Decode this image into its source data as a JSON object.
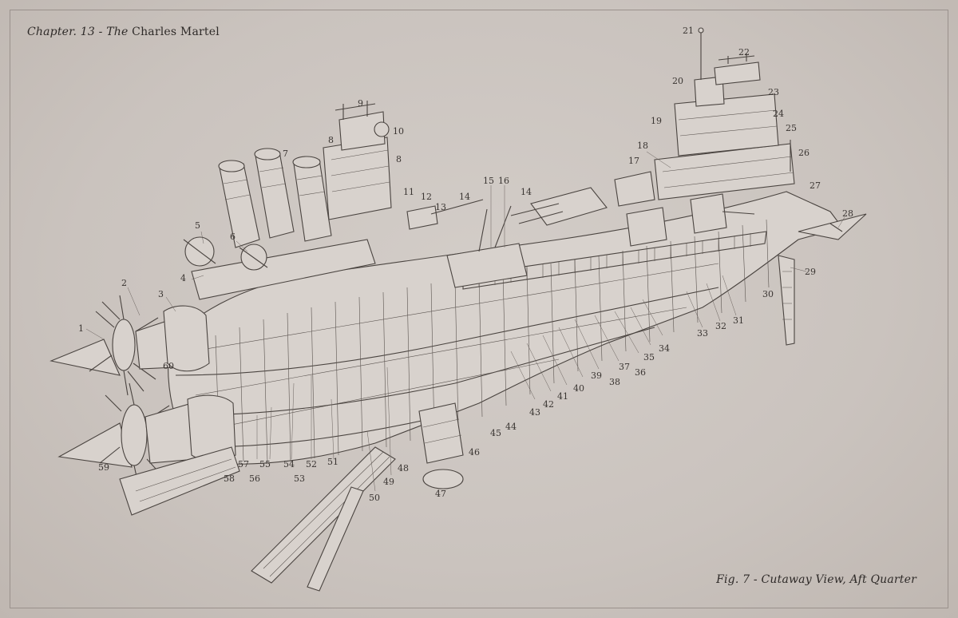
{
  "header": {
    "chapter": "Chapter. 13 - The",
    "ship_name": "Charles Martel"
  },
  "caption": {
    "prefix": "Fig. 7 - Cutaway",
    "suffix": "View, Aft Quarter"
  },
  "callouts": [
    {
      "n": "1"
    },
    {
      "n": "2"
    },
    {
      "n": "3"
    },
    {
      "n": "4"
    },
    {
      "n": "5"
    },
    {
      "n": "6"
    },
    {
      "n": "7"
    },
    {
      "n": "8"
    },
    {
      "n": "8"
    },
    {
      "n": "9"
    },
    {
      "n": "10"
    },
    {
      "n": "11"
    },
    {
      "n": "12"
    },
    {
      "n": "13"
    },
    {
      "n": "14"
    },
    {
      "n": "14"
    },
    {
      "n": "15"
    },
    {
      "n": "16"
    },
    {
      "n": "17"
    },
    {
      "n": "18"
    },
    {
      "n": "19"
    },
    {
      "n": "20"
    },
    {
      "n": "21"
    },
    {
      "n": "22"
    },
    {
      "n": "23"
    },
    {
      "n": "24"
    },
    {
      "n": "25"
    },
    {
      "n": "26"
    },
    {
      "n": "27"
    },
    {
      "n": "28"
    },
    {
      "n": "29"
    },
    {
      "n": "30"
    },
    {
      "n": "31"
    },
    {
      "n": "32"
    },
    {
      "n": "33"
    },
    {
      "n": "34"
    },
    {
      "n": "35"
    },
    {
      "n": "36"
    },
    {
      "n": "37"
    },
    {
      "n": "38"
    },
    {
      "n": "39"
    },
    {
      "n": "40"
    },
    {
      "n": "41"
    },
    {
      "n": "42"
    },
    {
      "n": "43"
    },
    {
      "n": "44"
    },
    {
      "n": "45"
    },
    {
      "n": "46"
    },
    {
      "n": "47"
    },
    {
      "n": "48"
    },
    {
      "n": "49"
    },
    {
      "n": "50"
    },
    {
      "n": "51"
    },
    {
      "n": "52"
    },
    {
      "n": "53"
    },
    {
      "n": "54"
    },
    {
      "n": "55"
    },
    {
      "n": "56"
    },
    {
      "n": "57"
    },
    {
      "n": "58"
    },
    {
      "n": "59"
    },
    {
      "n": "60"
    }
  ]
}
